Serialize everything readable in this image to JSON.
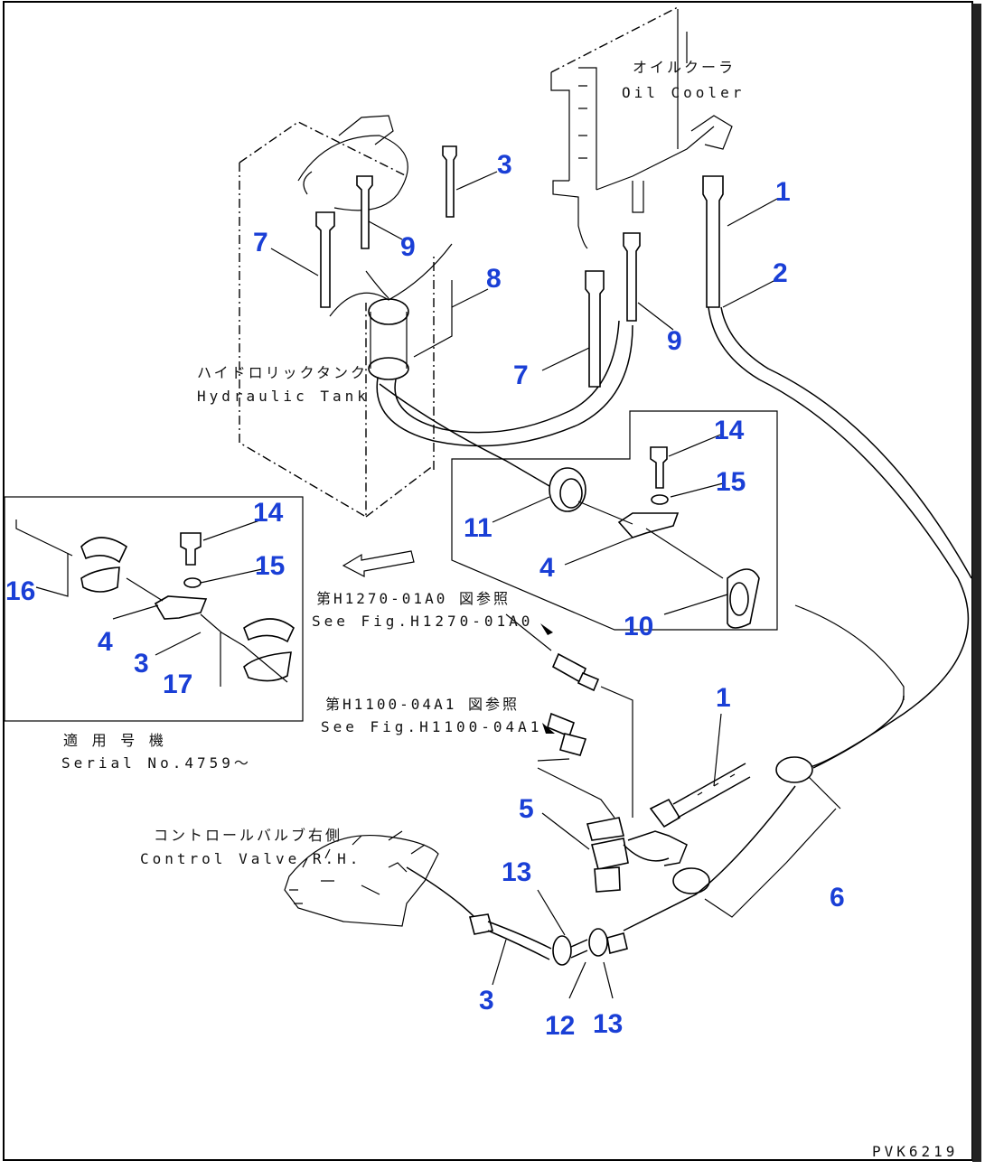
{
  "drawing_code": "PVK6219",
  "labels": {
    "oil_cooler_jp": "オイルクーラ",
    "oil_cooler_en": "Oil Cooler",
    "hydraulic_tank_jp": "ハイドロリックタンク",
    "hydraulic_tank_en": "Hydraulic Tank",
    "ref1_jp": "第H1270-01A0 図参照",
    "ref1_en": "See Fig.H1270-01A0",
    "ref2_jp": "第H1100-04A1 図参照",
    "ref2_en": "See Fig.H1100-04A1",
    "serial_jp": "適 用 号 機",
    "serial_en": "Serial No.4759～",
    "control_valve_jp": "コントロールバルブ右側",
    "control_valve_en": "Control Valve R.H."
  },
  "callouts": [
    {
      "id": "c1a",
      "text": "1"
    },
    {
      "id": "c2",
      "text": "2"
    },
    {
      "id": "c3a",
      "text": "3"
    },
    {
      "id": "c7a",
      "text": "7"
    },
    {
      "id": "c9a",
      "text": "9"
    },
    {
      "id": "c8",
      "text": "8"
    },
    {
      "id": "c7b",
      "text": "7"
    },
    {
      "id": "c9b",
      "text": "9"
    },
    {
      "id": "c14a",
      "text": "14"
    },
    {
      "id": "c15a",
      "text": "15"
    },
    {
      "id": "c11",
      "text": "11"
    },
    {
      "id": "c4a",
      "text": "4"
    },
    {
      "id": "c10",
      "text": "10"
    },
    {
      "id": "c14b",
      "text": "14"
    },
    {
      "id": "c15b",
      "text": "15"
    },
    {
      "id": "c16",
      "text": "16"
    },
    {
      "id": "c4b",
      "text": "4"
    },
    {
      "id": "c3b",
      "text": "3"
    },
    {
      "id": "c17",
      "text": "17"
    },
    {
      "id": "c1b",
      "text": "1"
    },
    {
      "id": "c5",
      "text": "5"
    },
    {
      "id": "c6",
      "text": "6"
    },
    {
      "id": "c13a",
      "text": "13"
    },
    {
      "id": "c3c",
      "text": "3"
    },
    {
      "id": "c12",
      "text": "12"
    },
    {
      "id": "c13b",
      "text": "13"
    }
  ]
}
